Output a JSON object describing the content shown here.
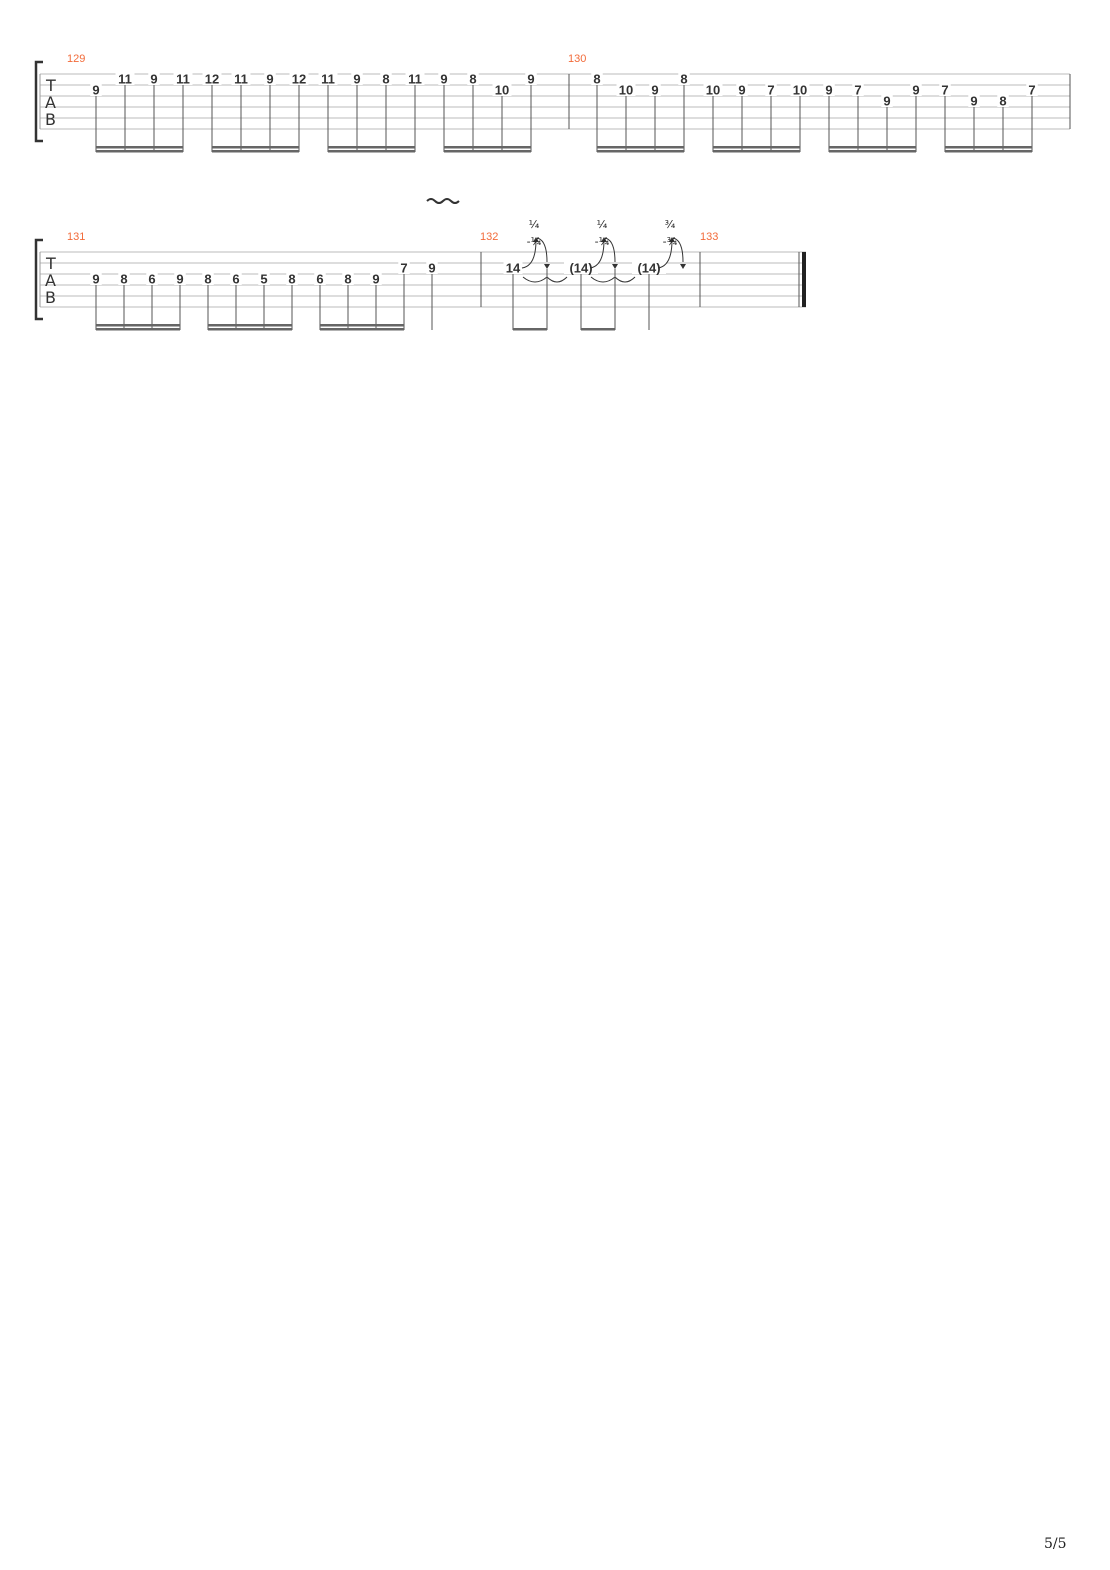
{
  "colors": {
    "measure_number": "#f26b3a",
    "staff_line": "#bbbbbb",
    "ink": "#333333"
  },
  "tab_clef": [
    "T",
    "A",
    "B"
  ],
  "page_number": "5/5",
  "systems": [
    {
      "measures": [
        {
          "number": "129",
          "notes": [
            {
              "fret": "9",
              "string": 2
            },
            {
              "fret": "11",
              "string": 1
            },
            {
              "fret": "9",
              "string": 1
            },
            {
              "fret": "11",
              "string": 1
            },
            {
              "fret": "12",
              "string": 1
            },
            {
              "fret": "11",
              "string": 1
            },
            {
              "fret": "9",
              "string": 1
            },
            {
              "fret": "12",
              "string": 1
            },
            {
              "fret": "11",
              "string": 1
            },
            {
              "fret": "9",
              "string": 1
            },
            {
              "fret": "8",
              "string": 1
            },
            {
              "fret": "11",
              "string": 1
            },
            {
              "fret": "9",
              "string": 1
            },
            {
              "fret": "8",
              "string": 1
            },
            {
              "fret": "10",
              "string": 2
            },
            {
              "fret": "9",
              "string": 1
            }
          ]
        },
        {
          "number": "130",
          "notes": [
            {
              "fret": "8",
              "string": 1
            },
            {
              "fret": "10",
              "string": 2
            },
            {
              "fret": "9",
              "string": 2
            },
            {
              "fret": "8",
              "string": 1
            },
            {
              "fret": "10",
              "string": 2
            },
            {
              "fret": "9",
              "string": 2
            },
            {
              "fret": "7",
              "string": 2
            },
            {
              "fret": "10",
              "string": 2
            },
            {
              "fret": "9",
              "string": 2
            },
            {
              "fret": "7",
              "string": 2
            },
            {
              "fret": "9",
              "string": 3
            },
            {
              "fret": "9",
              "string": 2
            },
            {
              "fret": "7",
              "string": 2
            },
            {
              "fret": "9",
              "string": 3
            },
            {
              "fret": "8",
              "string": 3
            },
            {
              "fret": "7",
              "string": 2
            }
          ]
        }
      ]
    },
    {
      "measures": [
        {
          "number": "131",
          "notes": [
            {
              "fret": "9",
              "string": 3
            },
            {
              "fret": "8",
              "string": 3
            },
            {
              "fret": "6",
              "string": 3
            },
            {
              "fret": "9",
              "string": 3
            },
            {
              "fret": "8",
              "string": 3
            },
            {
              "fret": "6",
              "string": 3
            },
            {
              "fret": "5",
              "string": 3
            },
            {
              "fret": "8",
              "string": 3
            },
            {
              "fret": "6",
              "string": 3
            },
            {
              "fret": "8",
              "string": 3
            },
            {
              "fret": "9",
              "string": 3
            },
            {
              "fret": "7",
              "string": 2
            },
            {
              "fret": "9",
              "string": 2
            }
          ]
        },
        {
          "number": "132",
          "notes": [
            {
              "fret": "14",
              "string": 2,
              "bend": "¼",
              "release": "-¼"
            },
            {
              "fret": "(14)",
              "string": 2,
              "bend": "¼",
              "release": "-¼"
            },
            {
              "fret": "(14)",
              "string": 2,
              "bend": "¾",
              "release": "-¾"
            }
          ]
        },
        {
          "number": "133",
          "notes": []
        }
      ]
    }
  ]
}
